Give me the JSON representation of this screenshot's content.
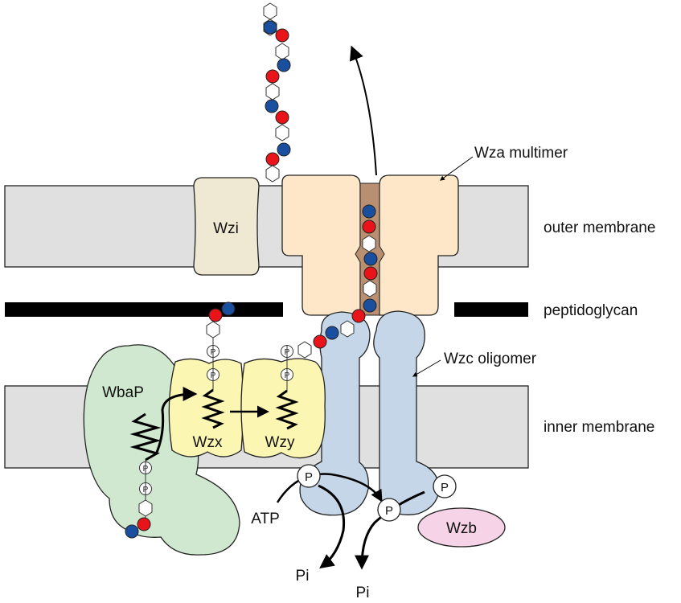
{
  "labels": {
    "outer_membrane": "outer membrane",
    "peptidoglycan": "peptidoglycan",
    "inner_membrane": "inner membrane",
    "wza_multimer": "Wza multimer",
    "wzc_oligomer": "Wzc oligomer",
    "wzi": "Wzi",
    "wbap": "WbaP",
    "wzx": "Wzx",
    "wzy": "Wzy",
    "wzb": "Wzb",
    "atp": "ATP",
    "pi_left": "Pi",
    "pi_right": "Pi",
    "phosphate": "P"
  },
  "colors": {
    "membrane": "#e0e0e0",
    "peptidoglycan": "#000000",
    "wzi": "#efe8d2",
    "wza": "#fde7c8",
    "wza_channel": "#b98f72",
    "wzc": "#c4d6e8",
    "wbap": "#cfe8cf",
    "wzx_wzy": "#fbf7b3",
    "wzb": "#f6d3e6",
    "sugar_blue": "#1a4fa0",
    "sugar_red": "#e8141a"
  }
}
